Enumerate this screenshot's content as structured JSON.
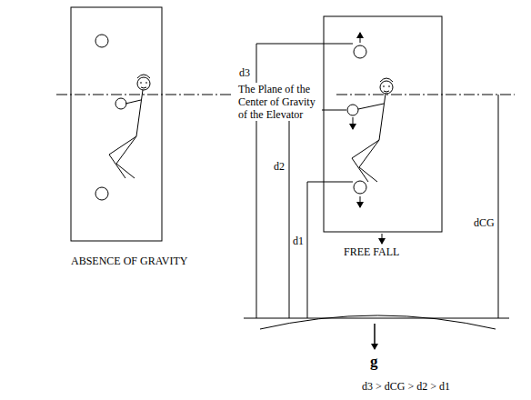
{
  "diagram": {
    "labels": [
      "The Plane of the Center of Gravity of the Elevator",
      "ABSENCE OF GRAVITY",
      "FREE FALL",
      "d3",
      "d2",
      "d1",
      "dCG",
      "g",
      "d3 > dCG > d2 > d1"
    ]
  }
}
